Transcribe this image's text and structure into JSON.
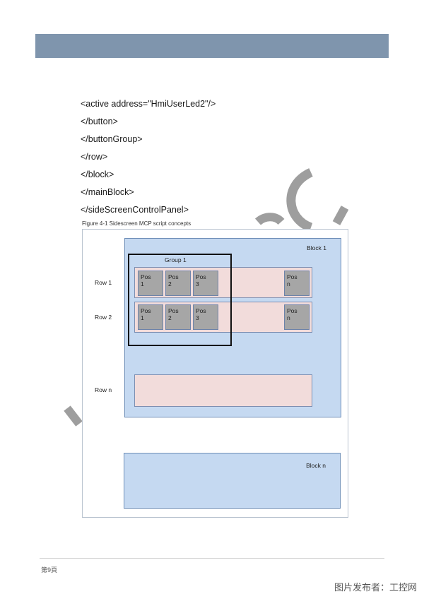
{
  "code_lines": [
    "<active address=\"HmiUserLed2\"/>",
    "</button>",
    "</buttonGroup>",
    "</row>",
    "</block>",
    "</mainBlock>",
    "</sideScreenControlPanel>"
  ],
  "figure": {
    "caption": "Figure 4-1 Sidescreen MCP script concepts",
    "block_1_label": "Block 1",
    "block_n_label": "Block n",
    "group_label": "Group 1",
    "row_labels": [
      "Row 1",
      "Row 2",
      "Row n"
    ],
    "pos_word": "Pos",
    "row1_positions": [
      "1",
      "2",
      "3",
      "n"
    ],
    "row2_positions": [
      "1",
      "2",
      "3",
      "n"
    ]
  },
  "footer": {
    "page_number": "第9頁",
    "source_credit": "图片发布者：工控网"
  },
  "colors": {
    "header_bar": "#7f95ad",
    "block_fill": "#c5d9f1",
    "row_fill": "#f2dcdb",
    "pos_fill": "#a6a6a6"
  }
}
